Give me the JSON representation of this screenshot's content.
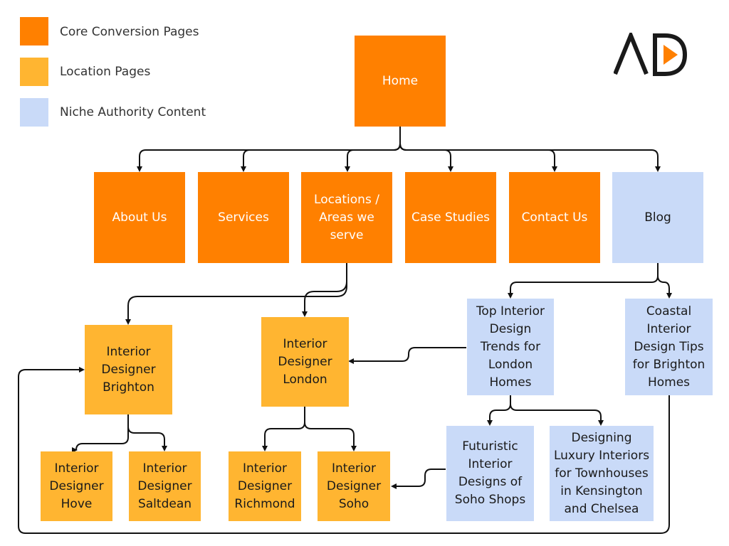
{
  "legend": {
    "items": [
      {
        "label": "Core Conversion Pages",
        "color": "#FF8000"
      },
      {
        "label": "Location Pages",
        "color": "#FFB531"
      },
      {
        "label": "Niche Authority Content",
        "color": "#C9DAF8"
      }
    ]
  },
  "logo": {
    "text": "AD",
    "icon": "play-triangle-icon",
    "accent": "#FF8000"
  },
  "nodes": {
    "home": "Home",
    "about": "About Us",
    "services": "Services",
    "locations": "Locations /\nAreas we\nserve",
    "case_studies": "Case Studies",
    "contact": "Contact Us",
    "blog": "Blog",
    "brighton": "Interior\nDesigner\nBrighton",
    "london": "Interior\nDesigner\nLondon",
    "trends": "Top Interior\nDesign\nTrends for\nLondon\nHomes",
    "coastal": "Coastal\nInterior\nDesign Tips\nfor Brighton\nHomes",
    "hove": "Interior\nDesigner\nHove",
    "saltdean": "Interior\nDesigner\nSaltdean",
    "richmond": "Interior\nDesigner\nRichmond",
    "soho": "Interior\nDesigner\nSoho",
    "futuristic": "Futuristic\nInterior\nDesigns of\nSoho Shops",
    "luxury": "Designing\nLuxury Interiors\nfor Townhouses\nin Kensington\nand Chelsea"
  }
}
